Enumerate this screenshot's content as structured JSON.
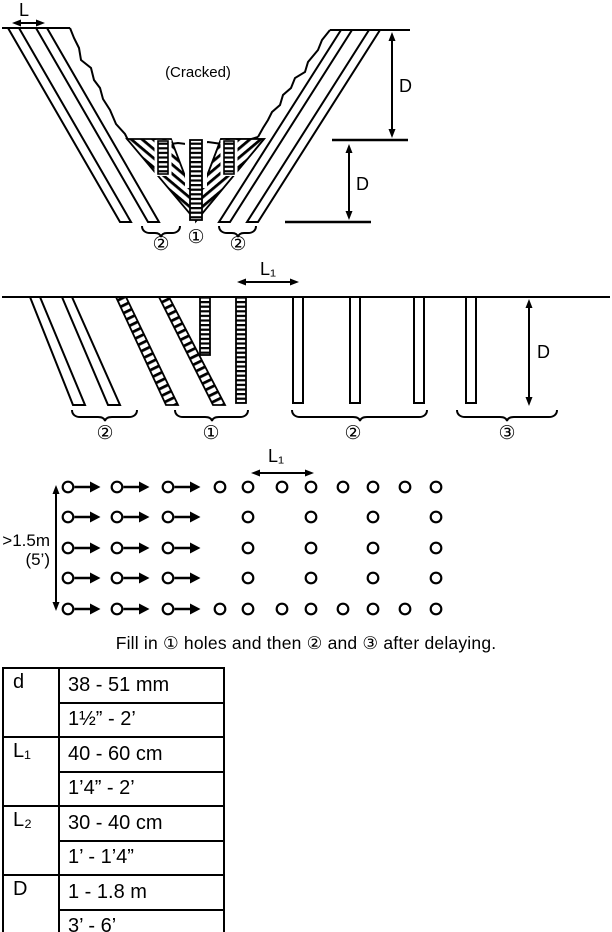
{
  "figure": {
    "caption": "Fill in ① holes and then ② and ③ after delaying."
  },
  "diagram_top": {
    "burden_label": "L",
    "cracked_label": "(Cracked)",
    "depth_upper_label": "D",
    "depth_lower_label": "D",
    "group_center_label": "①",
    "group_left_label": "②",
    "group_right_label": "②"
  },
  "diagram_middle": {
    "spacing_label": "L₁",
    "depth_label": "D",
    "group1_label": "①",
    "group2_left_label": "②",
    "group2_right_label": "②",
    "group3_label": "③"
  },
  "diagram_plan": {
    "spacing_label": "L₁",
    "row_spacing_metric": ">1.5m",
    "row_spacing_imperial": "(5’)"
  },
  "table": {
    "rows": [
      {
        "label": "d",
        "metric": "38 - 51 mm",
        "imperial": "1½” - 2’"
      },
      {
        "label": "L₁",
        "metric": "40 - 60 cm",
        "imperial": "1’4” - 2’"
      },
      {
        "label": "L₂",
        "metric": "30 - 40 cm",
        "imperial": "1’ - 1’4”"
      },
      {
        "label": "D",
        "metric": "1 - 1.8 m",
        "imperial": "3’ - 6’"
      }
    ]
  },
  "colors": {
    "ink": "#000000",
    "paper": "#ffffff"
  }
}
